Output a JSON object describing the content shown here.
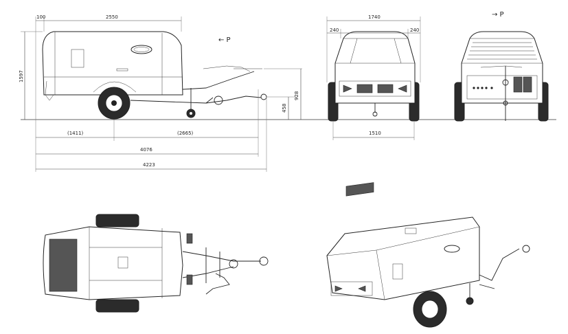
{
  "views": {
    "side": {
      "arrow_label": "← P",
      "dims": {
        "overhang": "100",
        "body_length": "2550",
        "height": "1597",
        "axle_rear": "(1411)",
        "axle_front": "(2665)",
        "length_min": "4076",
        "length_max": "4223",
        "hitch_low": "458",
        "hitch_high": "928"
      }
    },
    "rear": {
      "dims": {
        "width": "1740",
        "left_offset": "240",
        "right_offset": "240",
        "track": "1510"
      }
    },
    "front": {
      "arrow_label": "→ P"
    }
  },
  "colors": {
    "line": "#222222",
    "dimension": "#444444",
    "background": "#ffffff"
  }
}
